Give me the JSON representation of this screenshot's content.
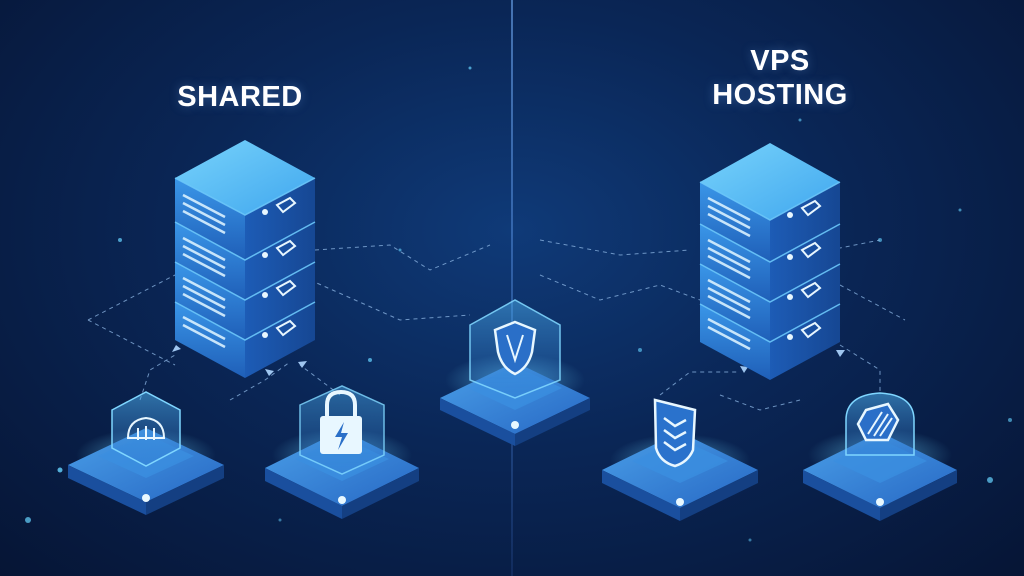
{
  "diagram": {
    "left_title": "SHARED",
    "right_title_line1": "VPS",
    "right_title_line2": "HOSTING"
  },
  "colors": {
    "background": "#0a2656",
    "server_face": "#2a7fd6",
    "server_top": "#5fc0f5",
    "glow": "#5ad0ff",
    "connector": "#8fb8e6"
  },
  "icons": {
    "left_server": "server-rack-icon",
    "right_server": "server-rack-icon",
    "center": "shield-icon",
    "left_platform_1": "cloud-storage-icon",
    "left_platform_2": "padlock-icon",
    "right_platform_1": "shield-chevrons-icon",
    "right_platform_2": "security-badge-icon"
  }
}
